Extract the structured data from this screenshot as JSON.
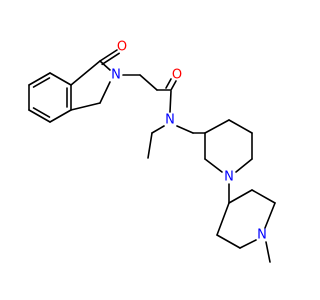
{
  "molecule": {
    "bond_color": "#000000",
    "atoms": {
      "o_carbonyl_ring": {
        "symbol": "O",
        "color": "#ff0000"
      },
      "n_isoindolinone": {
        "symbol": "N",
        "color": "#0000ff"
      },
      "o_amide": {
        "symbol": "O",
        "color": "#ff0000"
      },
      "n_amide": {
        "symbol": "N",
        "color": "#0000ff"
      },
      "n_piperidine_1": {
        "symbol": "N",
        "color": "#0000ff"
      },
      "n_piperidine_2": {
        "symbol": "N",
        "color": "#0000ff"
      }
    }
  }
}
